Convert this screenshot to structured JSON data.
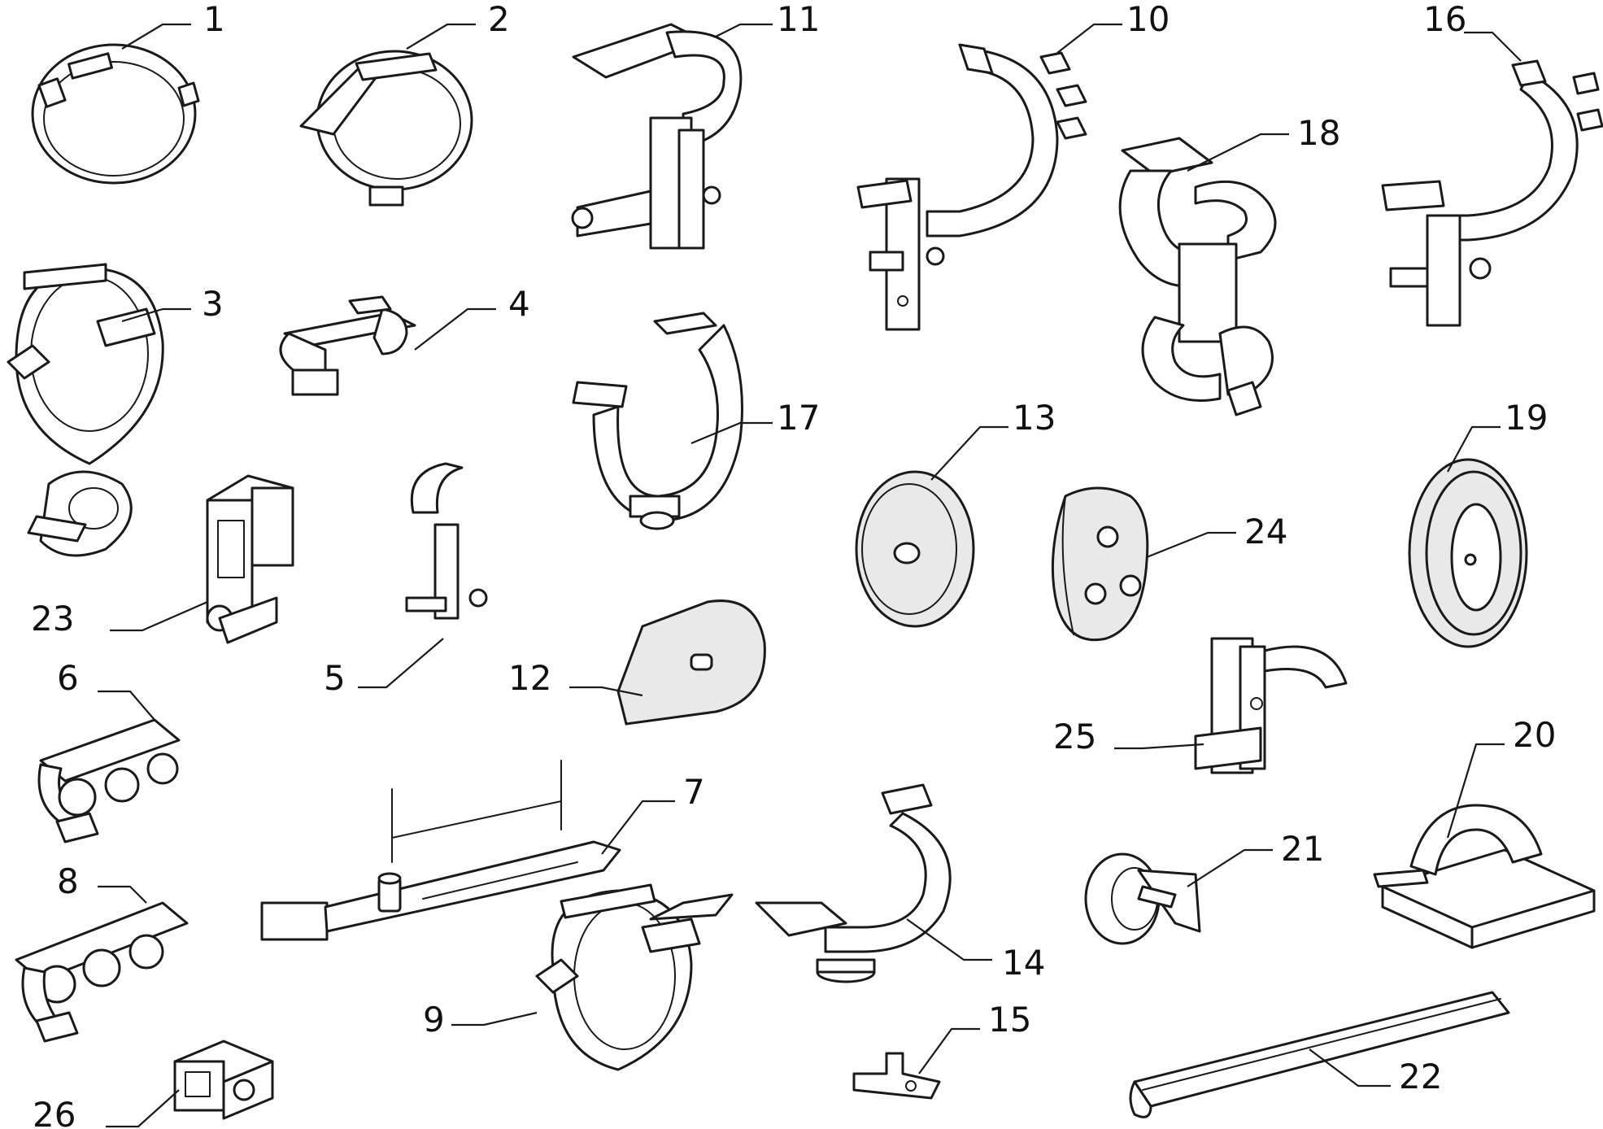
{
  "diagram": {
    "callouts": [
      {
        "id": "1"
      },
      {
        "id": "2"
      },
      {
        "id": "11"
      },
      {
        "id": "10"
      },
      {
        "id": "16"
      },
      {
        "id": "18"
      },
      {
        "id": "3"
      },
      {
        "id": "4"
      },
      {
        "id": "17"
      },
      {
        "id": "13"
      },
      {
        "id": "19"
      },
      {
        "id": "24"
      },
      {
        "id": "23"
      },
      {
        "id": "5"
      },
      {
        "id": "12"
      },
      {
        "id": "6"
      },
      {
        "id": "25"
      },
      {
        "id": "7"
      },
      {
        "id": "20"
      },
      {
        "id": "8"
      },
      {
        "id": "21"
      },
      {
        "id": "14"
      },
      {
        "id": "9"
      },
      {
        "id": "15"
      },
      {
        "id": "22"
      },
      {
        "id": "26"
      }
    ]
  }
}
